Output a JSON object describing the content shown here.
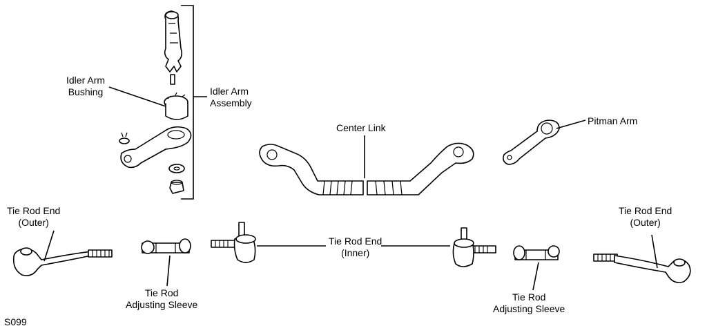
{
  "labels": {
    "idler_arm_bushing": [
      "Idler Arm",
      "Bushing"
    ],
    "idler_arm_assembly": [
      "Idler Arm",
      "Assembly"
    ],
    "center_link": "Center Link",
    "pitman_arm": "Pitman Arm",
    "tie_rod_end_outer_left": [
      "Tie Rod End",
      "(Outer)"
    ],
    "tie_rod_end_outer_right": [
      "Tie Rod End",
      "(Outer)"
    ],
    "tie_rod_end_inner": [
      "Tie Rod End",
      "(Inner)"
    ],
    "tie_rod_sleeve_left": [
      "Tie Rod",
      "Adjusting Sleeve"
    ],
    "tie_rod_sleeve_right": [
      "Tie Rod",
      "Adjusting Sleeve"
    ]
  },
  "figure_code": "S099"
}
